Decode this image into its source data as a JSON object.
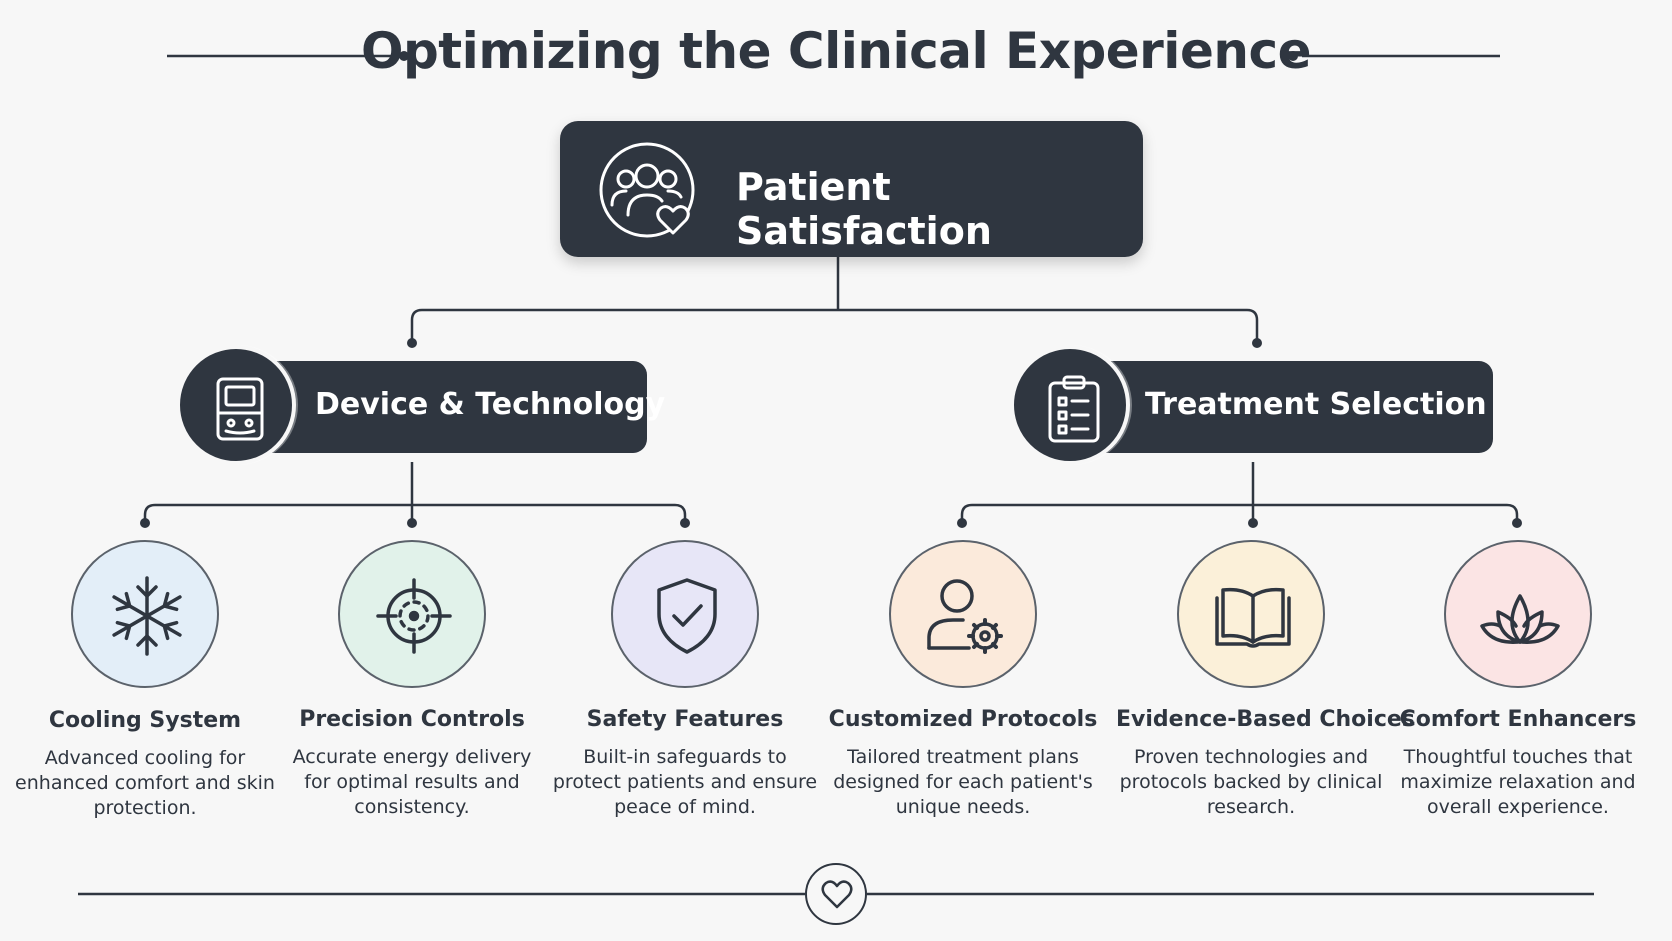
{
  "title": "Optimizing the Clinical Experience",
  "root": {
    "label": "Patient Satisfaction",
    "icon": "people-heart-icon"
  },
  "branches": [
    {
      "label": "Device & Technology",
      "icon": "device-icon",
      "children": [
        {
          "title": "Cooling System",
          "desc": "Advanced cooling for enhanced comfort and skin protection.",
          "icon": "snowflake-icon",
          "color": "#e3eef8"
        },
        {
          "title": "Precision Controls",
          "desc": "Accurate energy delivery for optimal results and consistency.",
          "icon": "crosshair-icon",
          "color": "#e1f2ea"
        },
        {
          "title": "Safety Features",
          "desc": "Built-in safeguards to protect patients and ensure peace of mind.",
          "icon": "shield-check-icon",
          "color": "#e7e6f7"
        }
      ]
    },
    {
      "label": "Treatment Selection",
      "icon": "clipboard-checklist-icon",
      "children": [
        {
          "title": "Customized Protocols",
          "desc": "Tailored treatment plans designed for each patient's unique needs.",
          "icon": "user-gear-icon",
          "color": "#fbeadb"
        },
        {
          "title": "Evidence-Based Choices",
          "desc": "Proven technologies and protocols backed by clinical research.",
          "icon": "open-book-icon",
          "color": "#fbf0d9"
        },
        {
          "title": "Comfort Enhancers",
          "desc": "Thoughtful touches that maximize relaxation and overall experience.",
          "icon": "lotus-icon",
          "color": "#fbe4e4"
        }
      ]
    }
  ],
  "footer": {
    "icon": "heart-icon"
  },
  "colors": {
    "dark": "#2f3640",
    "background": "#f7f7f7"
  }
}
